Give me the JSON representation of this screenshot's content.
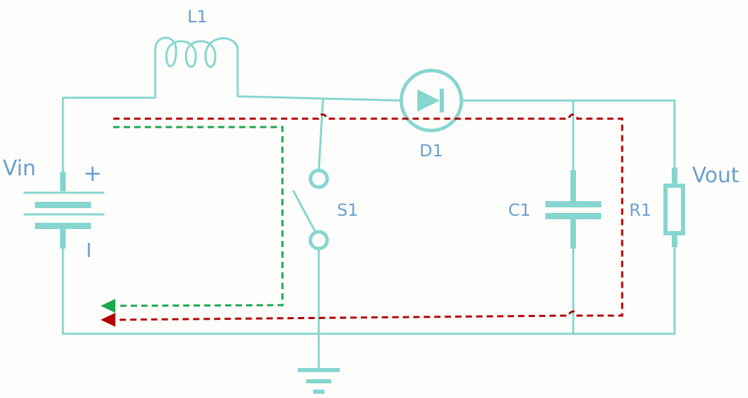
{
  "labels": {
    "inductor": "L1",
    "diode": "D1",
    "switch": "S1",
    "capacitor": "C1",
    "resistor": "R1",
    "input": "Vin",
    "output": "Vout",
    "plus": "+",
    "minus": "I"
  },
  "colors": {
    "wire": "#86d6cf",
    "label": "#6a9ed0",
    "switch_on_path": "#1aa84a",
    "switch_off_path": "#b40000"
  }
}
